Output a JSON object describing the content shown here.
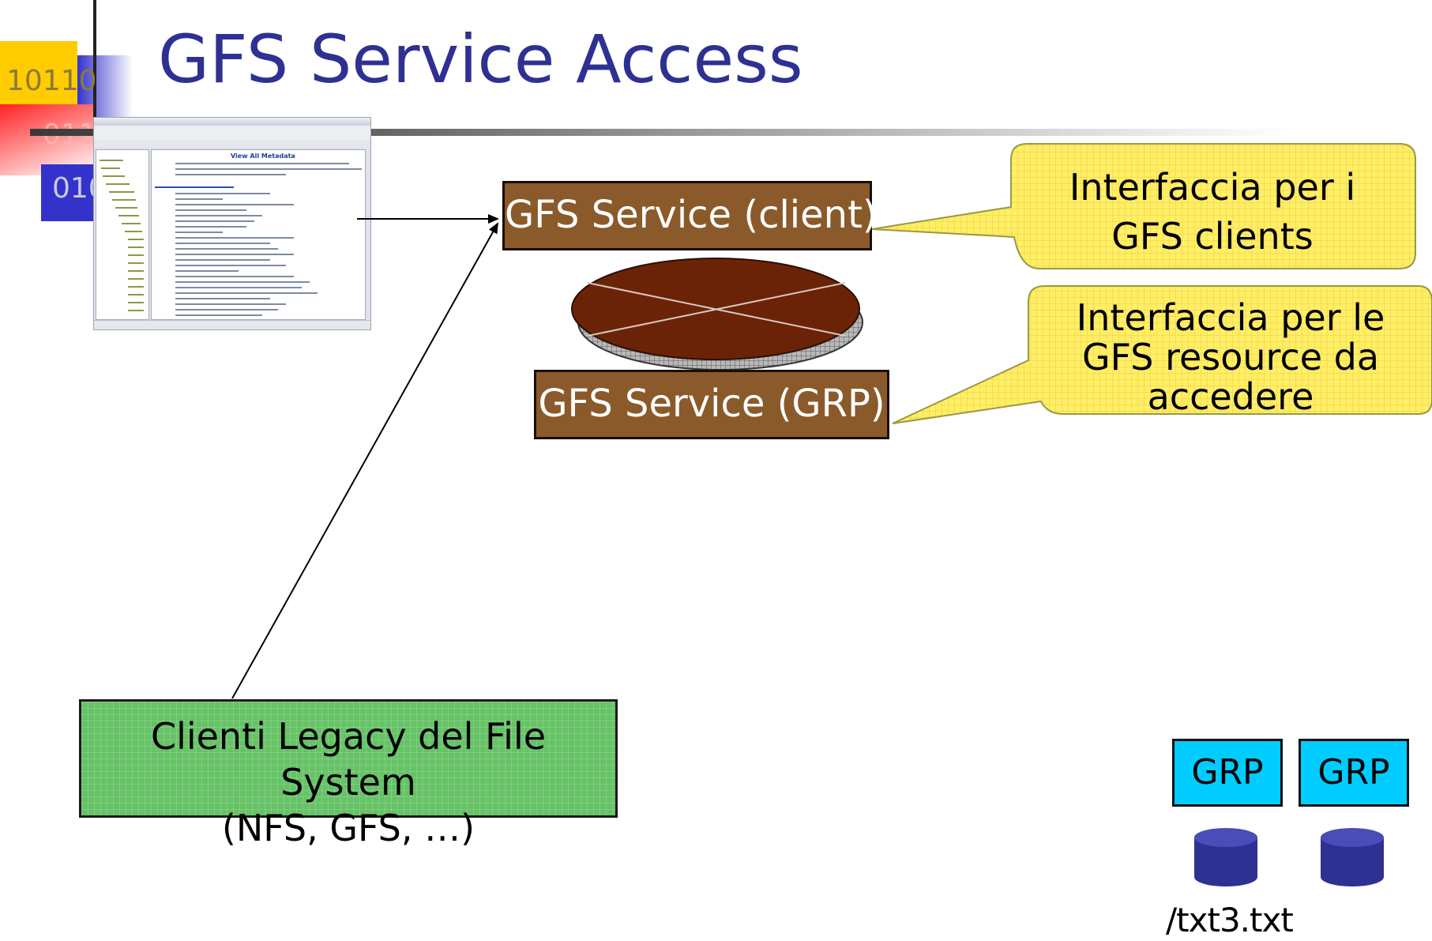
{
  "slide": {
    "title": "GFS Service Access",
    "logo_digits": [
      "10110",
      "011",
      "010"
    ]
  },
  "screenshot": {
    "heading": "View All Metadata"
  },
  "diagram": {
    "gfs_client_box": "GFS Service (client)",
    "gfs_grp_box": "GFS Service (GRP)",
    "legacy_box_line1": "Clienti Legacy del File System",
    "legacy_box_line2": "(NFS, GFS, …)",
    "callout_client_line1": "Interfaccia per i",
    "callout_client_line2": "GFS clients",
    "callout_grp_line1": "Interfaccia per le",
    "callout_grp_line2": "GFS resource da",
    "callout_grp_line3": "accedere",
    "grp_boxes": [
      "GRP",
      "GRP"
    ],
    "file_path": "/txt3.txt"
  },
  "colors": {
    "title": "#2e3192",
    "brown_box": "#8b5a2b",
    "disk_fill": "#6b2308",
    "legacy_box": "#66c266",
    "callout": "#ffee66",
    "grp_box": "#00ccff",
    "cylinder": "#2e3192"
  }
}
